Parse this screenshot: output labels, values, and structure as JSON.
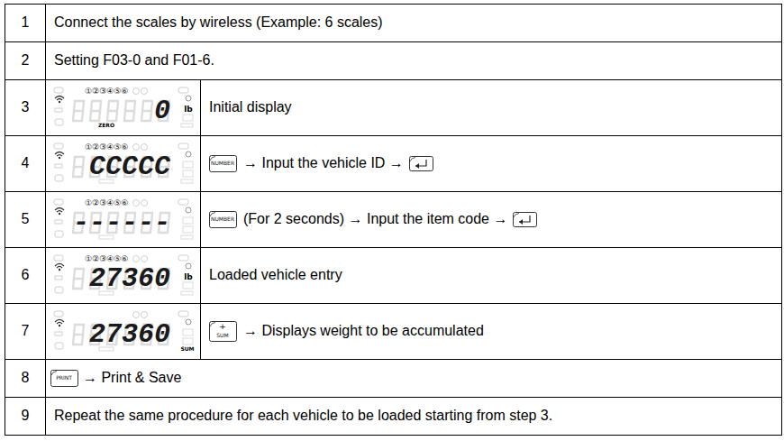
{
  "diagram": {
    "labels": [
      "1",
      "Connect the scales by wireless (Example: 6 scales)",
      "2",
      "Setting F03-0 and F01-6.",
      "3",
      "①②③④⑤⑥",
      "0",
      "lb",
      "ZERO",
      "Initial display",
      "4",
      "①②③④⑤⑥",
      "CCCCC",
      "NUMBER",
      "→ Input the vehicle ID →",
      "5",
      "①②③④⑤⑥",
      "------",
      "NUMBER",
      "(For 2 seconds) → Input the item code →",
      "6",
      "①②③④⑤⑥",
      "27360",
      "lb",
      "Loaded vehicle entry",
      "7",
      "27360",
      "SUM",
      "+",
      "SUM",
      "→ Displays weight to be accumulated",
      "8",
      "PRINT",
      "→ Print & Save",
      "9",
      "Repeat the same procedure for each vehicle to be loaded starting from step 3."
    ]
  }
}
